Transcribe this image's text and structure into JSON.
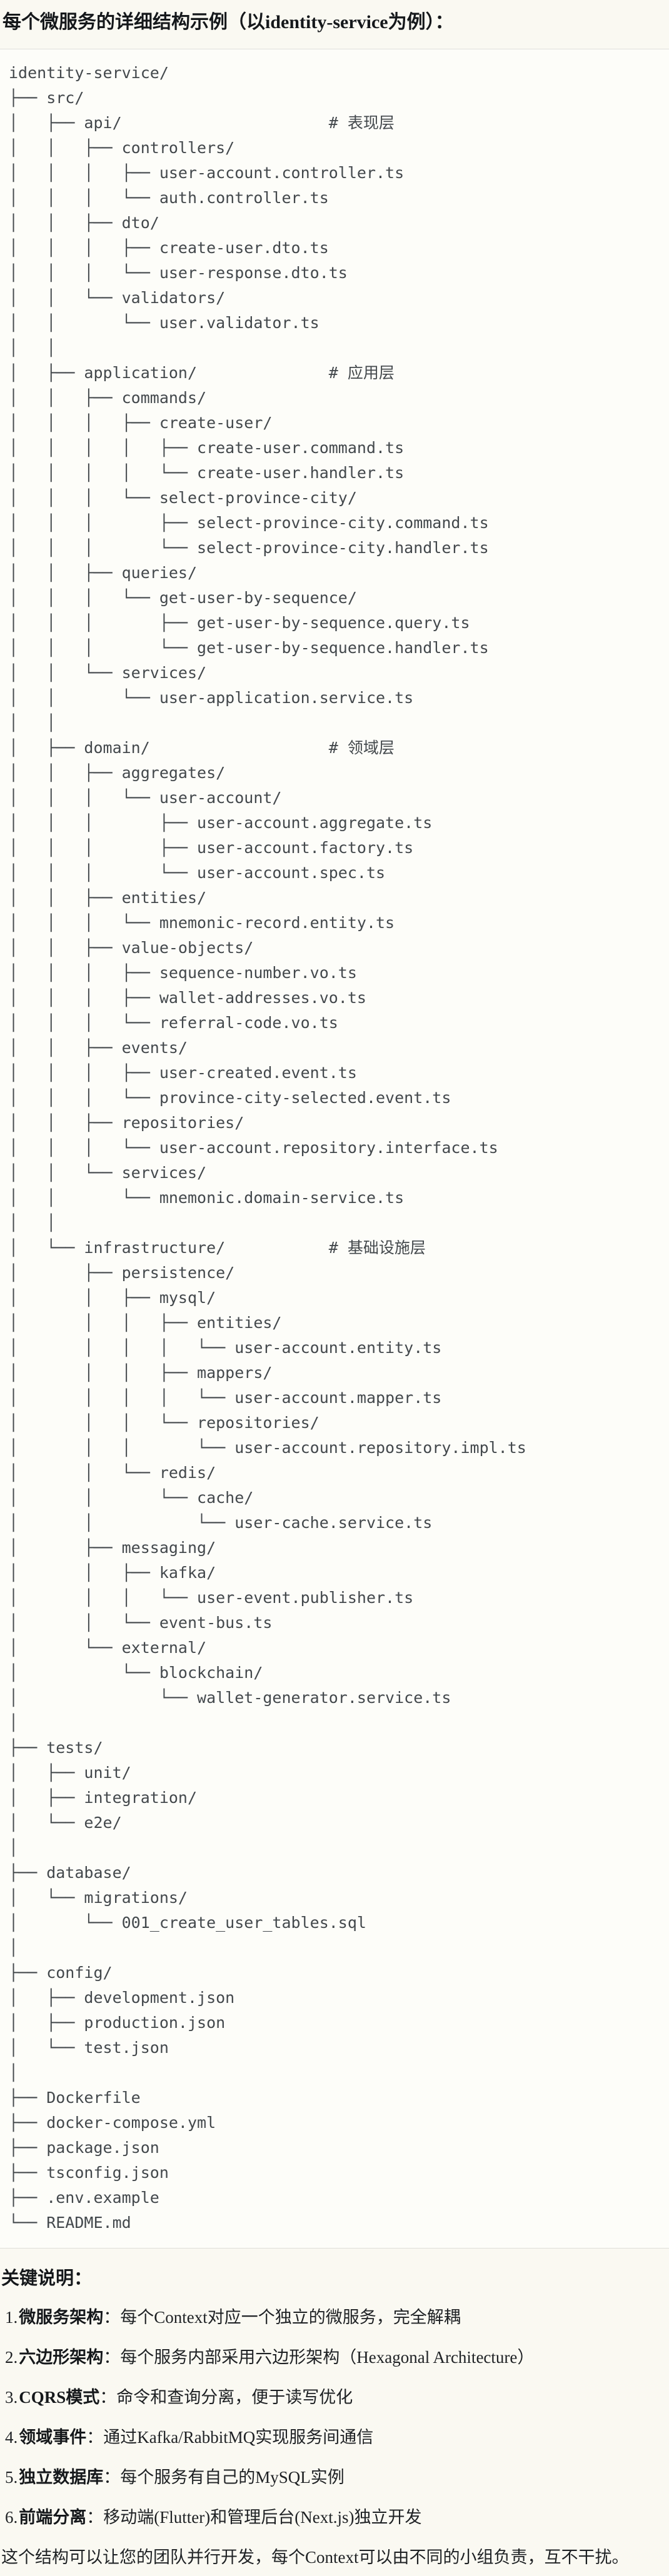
{
  "page": {
    "title": "每个微服务的详细结构示例（以identity-service为例）：",
    "notes_heading": "关键说明：",
    "footer": "这个结构可以让您的团队并行开发，每个Context可以由不同的小组负责，互不干扰。"
  },
  "tree": {
    "lines": [
      "identity-service/",
      "├── src/",
      "│   ├── api/                      # 表现层",
      "│   │   ├── controllers/",
      "│   │   │   ├── user-account.controller.ts",
      "│   │   │   └── auth.controller.ts",
      "│   │   ├── dto/",
      "│   │   │   ├── create-user.dto.ts",
      "│   │   │   └── user-response.dto.ts",
      "│   │   └── validators/",
      "│   │       └── user.validator.ts",
      "│   │",
      "│   ├── application/              # 应用层",
      "│   │   ├── commands/",
      "│   │   │   ├── create-user/",
      "│   │   │   │   ├── create-user.command.ts",
      "│   │   │   │   └── create-user.handler.ts",
      "│   │   │   └── select-province-city/",
      "│   │   │       ├── select-province-city.command.ts",
      "│   │   │       └── select-province-city.handler.ts",
      "│   │   ├── queries/",
      "│   │   │   └── get-user-by-sequence/",
      "│   │   │       ├── get-user-by-sequence.query.ts",
      "│   │   │       └── get-user-by-sequence.handler.ts",
      "│   │   └── services/",
      "│   │       └── user-application.service.ts",
      "│   │",
      "│   ├── domain/                   # 领域层",
      "│   │   ├── aggregates/",
      "│   │   │   └── user-account/",
      "│   │   │       ├── user-account.aggregate.ts",
      "│   │   │       ├── user-account.factory.ts",
      "│   │   │       └── user-account.spec.ts",
      "│   │   ├── entities/",
      "│   │   │   └── mnemonic-record.entity.ts",
      "│   │   ├── value-objects/",
      "│   │   │   ├── sequence-number.vo.ts",
      "│   │   │   ├── wallet-addresses.vo.ts",
      "│   │   │   └── referral-code.vo.ts",
      "│   │   ├── events/",
      "│   │   │   ├── user-created.event.ts",
      "│   │   │   └── province-city-selected.event.ts",
      "│   │   ├── repositories/",
      "│   │   │   └── user-account.repository.interface.ts",
      "│   │   └── services/",
      "│   │       └── mnemonic.domain-service.ts",
      "│   │",
      "│   └── infrastructure/           # 基础设施层",
      "│       ├── persistence/",
      "│       │   ├── mysql/",
      "│       │   │   ├── entities/",
      "│       │   │   │   └── user-account.entity.ts",
      "│       │   │   ├── mappers/",
      "│       │   │   │   └── user-account.mapper.ts",
      "│       │   │   └── repositories/",
      "│       │   │       └── user-account.repository.impl.ts",
      "│       │   └── redis/",
      "│       │       └── cache/",
      "│       │           └── user-cache.service.ts",
      "│       ├── messaging/",
      "│       │   ├── kafka/",
      "│       │   │   └── user-event.publisher.ts",
      "│       │   └── event-bus.ts",
      "│       └── external/",
      "│           └── blockchain/",
      "│               └── wallet-generator.service.ts",
      "│",
      "├── tests/",
      "│   ├── unit/",
      "│   ├── integration/",
      "│   └── e2e/",
      "│",
      "├── database/",
      "│   └── migrations/",
      "│       └── 001_create_user_tables.sql",
      "│",
      "├── config/",
      "│   ├── development.json",
      "│   ├── production.json",
      "│   └── test.json",
      "│",
      "├── Dockerfile",
      "├── docker-compose.yml",
      "├── package.json",
      "├── tsconfig.json",
      "├── .env.example",
      "└── README.md"
    ]
  },
  "notes": {
    "items": [
      {
        "num": "1.",
        "term": "微服务架构",
        "desc": "：每个Context对应一个独立的微服务，完全解耦"
      },
      {
        "num": "2.",
        "term": "六边形架构",
        "desc": "：每个服务内部采用六边形架构（Hexagonal Architecture）"
      },
      {
        "num": "3.",
        "term": "CQRS模式",
        "desc": "：命令和查询分离，便于读写优化"
      },
      {
        "num": "4.",
        "term": "领域事件",
        "desc": "：通过Kafka/RabbitMQ实现服务间通信"
      },
      {
        "num": "5.",
        "term": "独立数据库",
        "desc": "：每个服务有自己的MySQL实例"
      },
      {
        "num": "6.",
        "term": "前端分离",
        "desc": "：移动端(Flutter)和管理后台(Next.js)独立开发"
      }
    ]
  },
  "colors": {
    "page_bg": "#faf9f2",
    "code_bg": "#fdfdf9",
    "rule": "#dfdeda",
    "code_text": "#43484c",
    "heading_text": "#15181b",
    "body_text": "#1e2124"
  }
}
